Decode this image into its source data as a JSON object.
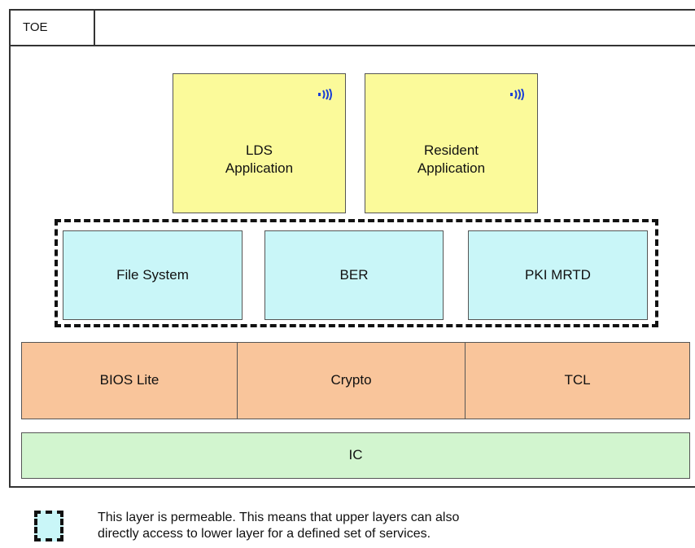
{
  "toe_label": "TOE",
  "applications": [
    {
      "line1": "LDS",
      "line2": "Application",
      "icon": "contactless-icon"
    },
    {
      "line1": "Resident",
      "line2": "Application",
      "icon": "contactless-icon"
    }
  ],
  "services": [
    "File System",
    "BER",
    "PKI MRTD"
  ],
  "lower_layer": [
    "BIOS Lite",
    "Crypto",
    "TCL"
  ],
  "ic_label": "IC",
  "legend": {
    "line1": "This layer is permeable. This means that upper layers can also",
    "line2": "directly access to lower layer for a defined set of services."
  },
  "colors": {
    "application": "#fbfa9a",
    "service": "#c9f6f8",
    "lower_layer": "#f9c59b",
    "ic": "#d2f5cf",
    "nfc_icon": "#1a3fd6"
  }
}
